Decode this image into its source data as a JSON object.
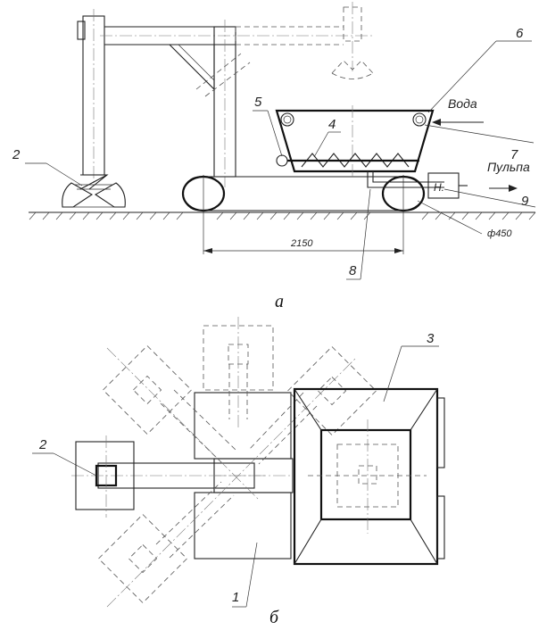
{
  "figure_a": {
    "caption": "а",
    "labels": {
      "n2": "2",
      "n4": "4",
      "n5": "5",
      "n6": "6",
      "n7": "7",
      "n8": "8",
      "n9": "9",
      "water": "Вода",
      "pulp": "Пульпа",
      "pump": "Н.",
      "dim_length": "2150",
      "dim_wheel": "ф450"
    }
  },
  "figure_b": {
    "caption": "б",
    "labels": {
      "n1": "1",
      "n2": "2",
      "n3": "3"
    }
  }
}
